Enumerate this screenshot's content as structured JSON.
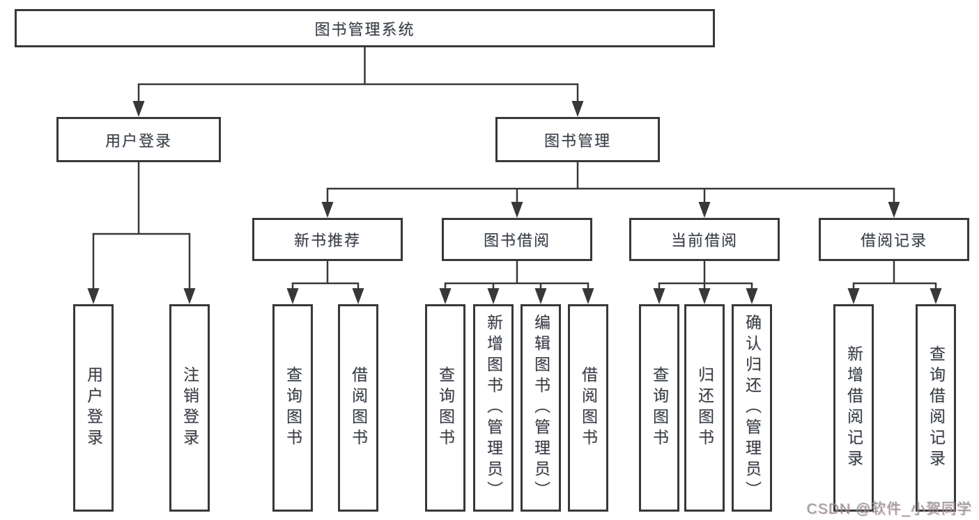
{
  "diagram": {
    "title": "图书管理系统",
    "colors": {
      "line": "#383838",
      "text": "#3a3a3a",
      "background": "#ffffff",
      "watermark": "#8d8d8d"
    },
    "level2": [
      {
        "label": "用户登录"
      },
      {
        "label": "图书管理"
      }
    ],
    "level3": [
      {
        "label": "新书推荐"
      },
      {
        "label": "图书借阅"
      },
      {
        "label": "当前借阅"
      },
      {
        "label": "借阅记录"
      }
    ],
    "leaves": [
      {
        "label": "用户登录",
        "parent": "用户登录"
      },
      {
        "label": "注销登录",
        "parent": "用户登录"
      },
      {
        "label": "查询图书",
        "parent": "新书推荐"
      },
      {
        "label": "借阅图书",
        "parent": "新书推荐"
      },
      {
        "label": "查询图书",
        "parent": "图书借阅"
      },
      {
        "label": "新增图书（管理员）",
        "parent": "图书借阅"
      },
      {
        "label": "编辑图书（管理员）",
        "parent": "图书借阅"
      },
      {
        "label": "借阅图书",
        "parent": "图书借阅"
      },
      {
        "label": "查询图书",
        "parent": "当前借阅"
      },
      {
        "label": "归还图书",
        "parent": "当前借阅"
      },
      {
        "label": "确认归还（管理员）",
        "parent": "当前借阅"
      },
      {
        "label": "新增借阅记录",
        "parent": "借阅记录"
      },
      {
        "label": "查询借阅记录",
        "parent": "借阅记录"
      }
    ],
    "watermark": "CSDN @软件_小贺同学"
  }
}
